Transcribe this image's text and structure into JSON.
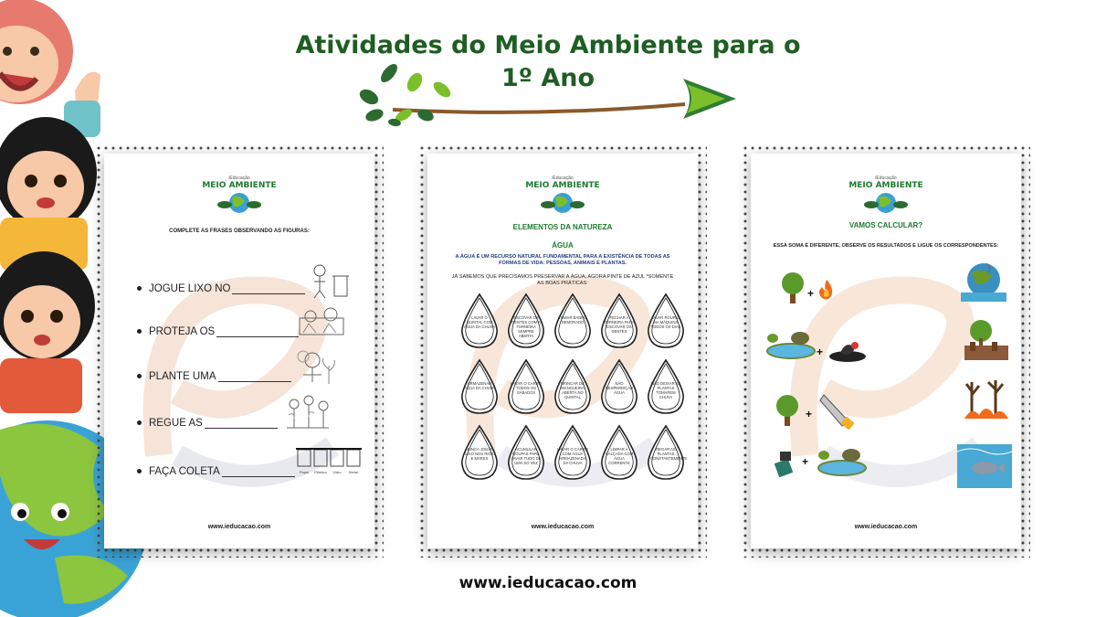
{
  "header": {
    "title_line1": "Atividades do Meio Ambiente para o",
    "title_line2": "1º Ano"
  },
  "sheets": [
    {
      "brand_small": "iEducação",
      "brand": "MEIO AMBIENTE",
      "instruction": "COMPLETE AS FRASES OBSERVANDO AS FIGURAS:",
      "items": [
        "JOGUE LIXO NO",
        "PROTEJA OS",
        "PLANTE UMA",
        "REGUE AS",
        "FAÇA COLETA"
      ],
      "bin_labels": [
        "Papel",
        "Plástico",
        "Vidro",
        "Metal"
      ],
      "footer": "www.ieducacao.com"
    },
    {
      "brand_small": "iEducação",
      "brand": "MEIO AMBIENTE",
      "heading": "ELEMENTOS DA NATUREZA",
      "subheading": "ÁGUA",
      "paragraph": "A ÁGUA É UM RECURSO NATURAL FUNDAMENTAL PARA A EXISTÊNCIA DE TODAS AS FORMAS DE VIDA: PESSOAS, ANIMAIS E PLANTAS.",
      "instruction": "JÁ SABEMOS QUE PRECISAMOS PRESERVAR A ÁGUA, AGORA PINTE DE AZUL *SOMENTE AS BOAS PRÁTICAS:",
      "drops": [
        "LAVAR O QUINTAL COM ÁGUA DA CHUVA",
        "ESCOVAR OS DENTES COM A TORNEIRA SEMPRE ABERTA",
        "TOMAR BANHO DEMORADO",
        "FECHAR A TORNEIRA PARA ESCOVAR OS DENTES",
        "LAVAR ROUPAS NA MÁQUINA TODOS OS DIAS",
        "ARMAZENAR ÁGUA DA CHUVA",
        "LAVAR O CARRO TODOS OS SÁBADOS",
        "BRINCAR DE MANGUEIRA ABERTA NO QUINTAL",
        "NÃO DESPERDIÇAR ÁGUA",
        "NÃO DEIXAR AS PLANTAS TOMAREM CHUVA",
        "NUNCA JOGAR LIXO NOS RIOS E MARES",
        "ACUMULAR ROUPAS PARA LAVAR TUDO DE UMA SÓ VEZ",
        "LAVAR O CARRO COM ÁGUA ARMAZENADA DA CHUVA",
        "LIMPAR A CALÇADA COM ÁGUA CORRENTE",
        "REGAR AS PLANTAS CONSTANTEMENTE"
      ],
      "footer": "www.ieducacao.com"
    },
    {
      "brand_small": "iEducação",
      "brand": "MEIO AMBIENTE",
      "title": "VAMOS CALCULAR?",
      "instruction": "ESSA SOMA É DIFERENTE, OBSERVE OS RESULTADOS E LIGUE OS CORRESPONDENTES:",
      "plus": "+",
      "footer": "www.ieducacao.com"
    }
  ],
  "website": "www.ieducacao.com",
  "colors": {
    "title_green": "#1f5e22",
    "brand_green": "#1e7a2e",
    "leaf_green": "#7cbf2b",
    "dark_leaf": "#2c6b2f",
    "water_blue": "#3a9fd4"
  }
}
